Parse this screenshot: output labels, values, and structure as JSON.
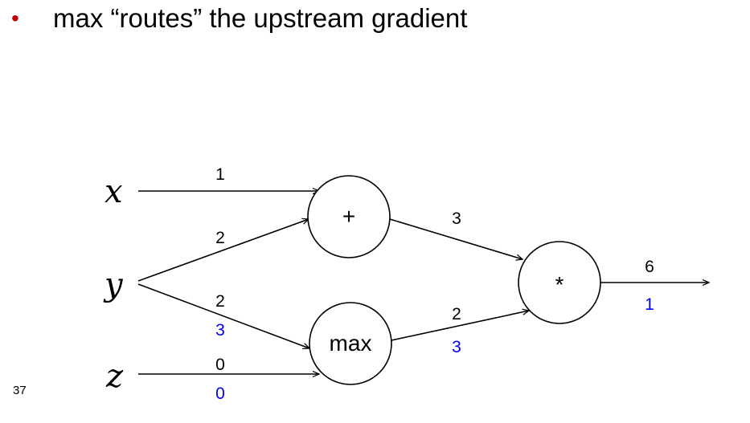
{
  "slide": {
    "bullet_glyph": "•",
    "bullet_text": "max “routes” the upstream gradient",
    "slide_number": "37",
    "colors": {
      "bullet": "#c00000",
      "forward": "#000000",
      "gradient": "#0000ff"
    }
  },
  "graph": {
    "inputs": {
      "x": "x",
      "y": "y",
      "z": "z"
    },
    "nodes": {
      "add": "+",
      "max": "max",
      "mul": "*"
    },
    "edges": {
      "x_to_add": {
        "forward": "1"
      },
      "y_to_add": {
        "forward": "2"
      },
      "y_to_max": {
        "forward": "2",
        "gradient": "3"
      },
      "z_to_max": {
        "forward": "0",
        "gradient": "0"
      },
      "add_to_mul": {
        "forward": "3"
      },
      "max_to_mul": {
        "forward": "2",
        "gradient": "3"
      },
      "output": {
        "forward": "6",
        "gradient": "1"
      }
    }
  }
}
